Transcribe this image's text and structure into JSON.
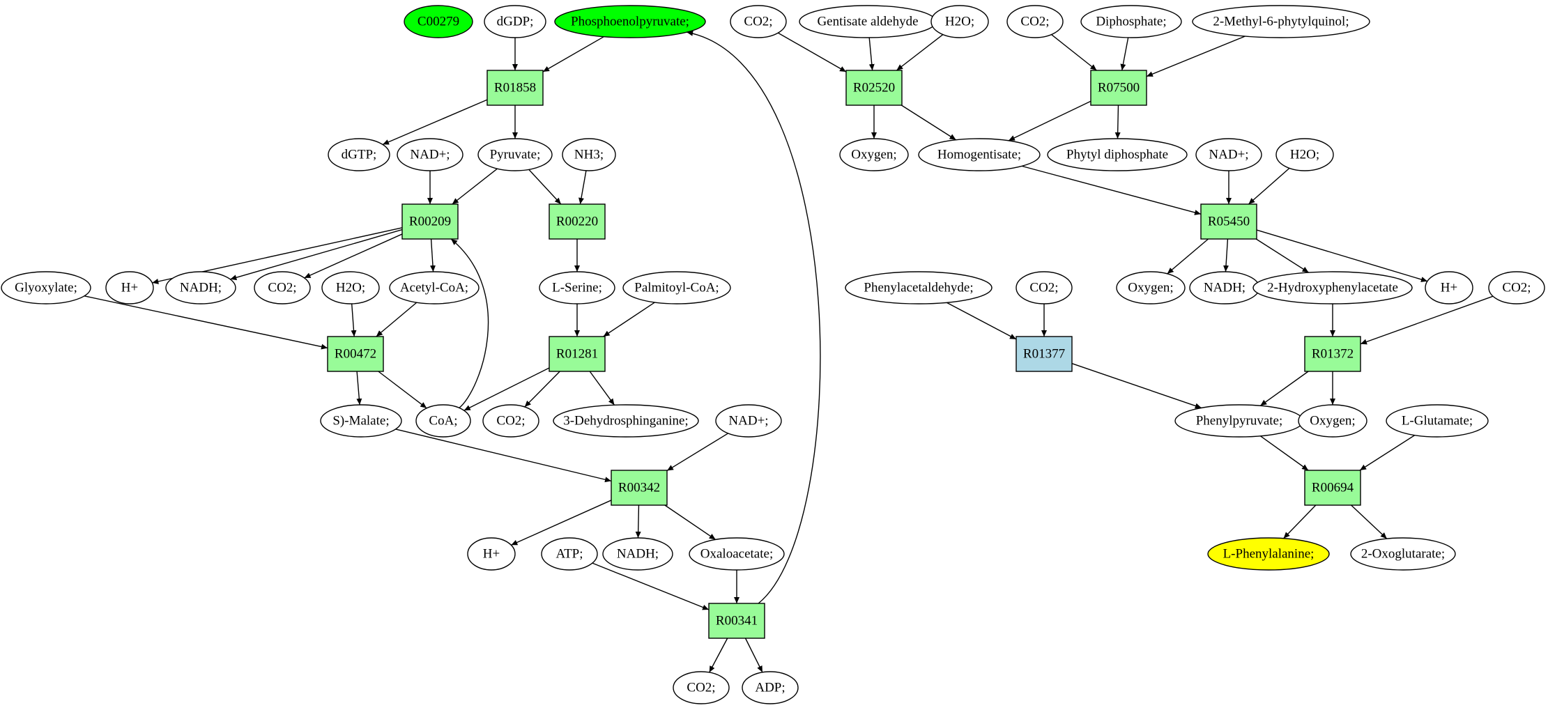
{
  "colors": {
    "reaction": "#98fb98",
    "reaction_alt": "#add8e6",
    "highlight_green": "#00ff00",
    "highlight_yellow": "#ffff00",
    "compound": "#ffffff",
    "line": "#000000"
  },
  "nodes": {
    "C00279": {
      "label": "C00279",
      "kind": "compound",
      "fill": "highlight_green"
    },
    "dGDP": {
      "label": "dGDP;",
      "kind": "compound"
    },
    "PEP": {
      "label": "Phosphoenolpyruvate;",
      "kind": "compound",
      "fill": "highlight_green"
    },
    "R01858": {
      "label": "R01858",
      "kind": "reaction"
    },
    "dGTP": {
      "label": "dGTP;",
      "kind": "compound"
    },
    "NADp1": {
      "label": "NAD+;",
      "kind": "compound"
    },
    "Pyruvate": {
      "label": "Pyruvate;",
      "kind": "compound"
    },
    "NH3": {
      "label": "NH3;",
      "kind": "compound"
    },
    "R00209": {
      "label": "R00209",
      "kind": "reaction"
    },
    "R00220": {
      "label": "R00220",
      "kind": "reaction"
    },
    "Glyoxylate": {
      "label": "Glyoxylate;",
      "kind": "compound"
    },
    "Hp1": {
      "label": "H+",
      "kind": "compound"
    },
    "NADH1": {
      "label": "NADH;",
      "kind": "compound"
    },
    "CO2a": {
      "label": "CO2;",
      "kind": "compound"
    },
    "H2O1": {
      "label": "H2O;",
      "kind": "compound"
    },
    "AcetylCoA": {
      "label": "Acetyl-CoA;",
      "kind": "compound"
    },
    "LSerine": {
      "label": "L-Serine;",
      "kind": "compound"
    },
    "PalmitoylCoA": {
      "label": "Palmitoyl-CoA;",
      "kind": "compound"
    },
    "R00472": {
      "label": "R00472",
      "kind": "reaction"
    },
    "R01281": {
      "label": "R01281",
      "kind": "reaction"
    },
    "SMalate": {
      "label": "S)-Malate;",
      "kind": "compound"
    },
    "CoA": {
      "label": "CoA;",
      "kind": "compound"
    },
    "CO2b": {
      "label": "CO2;",
      "kind": "compound"
    },
    "Dehydrosphinganine": {
      "label": "3-Dehydrosphinganine;",
      "kind": "compound"
    },
    "NADp2": {
      "label": "NAD+;",
      "kind": "compound"
    },
    "R00342": {
      "label": "R00342",
      "kind": "reaction"
    },
    "Hp2": {
      "label": "H+",
      "kind": "compound"
    },
    "ATP": {
      "label": "ATP;",
      "kind": "compound"
    },
    "NADH2": {
      "label": "NADH;",
      "kind": "compound"
    },
    "Oxaloacetate": {
      "label": "Oxaloacetate;",
      "kind": "compound"
    },
    "R00341": {
      "label": "R00341",
      "kind": "reaction"
    },
    "CO2c": {
      "label": "CO2;",
      "kind": "compound"
    },
    "ADP": {
      "label": "ADP;",
      "kind": "compound"
    },
    "CO2d": {
      "label": "CO2;",
      "kind": "compound"
    },
    "Gentisate": {
      "label": "Gentisate aldehyde",
      "kind": "compound"
    },
    "H2O2": {
      "label": "H2O;",
      "kind": "compound"
    },
    "CO2e": {
      "label": "CO2;",
      "kind": "compound"
    },
    "Diphosphate": {
      "label": "Diphosphate;",
      "kind": "compound"
    },
    "MPQ": {
      "label": "2-Methyl-6-phytylquinol;",
      "kind": "compound"
    },
    "R02520": {
      "label": "R02520",
      "kind": "reaction"
    },
    "R07500": {
      "label": "R07500",
      "kind": "reaction"
    },
    "Oxygen1": {
      "label": "Oxygen;",
      "kind": "compound"
    },
    "Homogentisate": {
      "label": "Homogentisate;",
      "kind": "compound"
    },
    "PhytylDP": {
      "label": "Phytyl diphosphate",
      "kind": "compound"
    },
    "NADp3": {
      "label": "NAD+;",
      "kind": "compound"
    },
    "H2O3": {
      "label": "H2O;",
      "kind": "compound"
    },
    "R05450": {
      "label": "R05450",
      "kind": "reaction"
    },
    "Phenylacetaldehyde": {
      "label": "Phenylacetaldehyde;",
      "kind": "compound"
    },
    "CO2f": {
      "label": "CO2;",
      "kind": "compound"
    },
    "Oxygen2": {
      "label": "Oxygen;",
      "kind": "compound"
    },
    "NADH3": {
      "label": "NADH;",
      "kind": "compound"
    },
    "HPA": {
      "label": "2-Hydroxyphenylacetate",
      "kind": "compound"
    },
    "Hp3": {
      "label": "H+",
      "kind": "compound"
    },
    "CO2g": {
      "label": "CO2;",
      "kind": "compound"
    },
    "R01377": {
      "label": "R01377",
      "kind": "reaction",
      "fill": "reaction_alt"
    },
    "R01372": {
      "label": "R01372",
      "kind": "reaction"
    },
    "Phenylpyruvate": {
      "label": "Phenylpyruvate;",
      "kind": "compound"
    },
    "Oxygen3": {
      "label": "Oxygen;",
      "kind": "compound"
    },
    "LGlutamate": {
      "label": "L-Glutamate;",
      "kind": "compound"
    },
    "R00694": {
      "label": "R00694",
      "kind": "reaction"
    },
    "LPhe": {
      "label": "L-Phenylalanine;",
      "kind": "compound",
      "fill": "highlight_yellow"
    },
    "Oxoglutarate": {
      "label": "2-Oxoglutarate;",
      "kind": "compound"
    }
  },
  "edges": [
    [
      "dGDP",
      "R01858"
    ],
    [
      "PEP",
      "R01858"
    ],
    [
      "R01858",
      "dGTP"
    ],
    [
      "R01858",
      "Pyruvate"
    ],
    [
      "NADp1",
      "R00209"
    ],
    [
      "Pyruvate",
      "R00209"
    ],
    [
      "Pyruvate",
      "R00220"
    ],
    [
      "NH3",
      "R00220"
    ],
    [
      "R00209",
      "Hp1"
    ],
    [
      "R00209",
      "NADH1"
    ],
    [
      "R00209",
      "CO2a"
    ],
    [
      "R00209",
      "AcetylCoA"
    ],
    [
      "R00220",
      "LSerine"
    ],
    [
      "Glyoxylate",
      "R00472"
    ],
    [
      "H2O1",
      "R00472"
    ],
    [
      "AcetylCoA",
      "R00472"
    ],
    [
      "R00472",
      "SMalate"
    ],
    [
      "R00472",
      "CoA"
    ],
    [
      "CoA",
      "R00209"
    ],
    [
      "LSerine",
      "R01281"
    ],
    [
      "PalmitoylCoA",
      "R01281"
    ],
    [
      "R01281",
      "CoA"
    ],
    [
      "R01281",
      "CO2b"
    ],
    [
      "R01281",
      "Dehydrosphinganine"
    ],
    [
      "SMalate",
      "R00342"
    ],
    [
      "NADp2",
      "R00342"
    ],
    [
      "R00342",
      "Hp2"
    ],
    [
      "R00342",
      "NADH2"
    ],
    [
      "R00342",
      "Oxaloacetate"
    ],
    [
      "Oxaloacetate",
      "R00341"
    ],
    [
      "ATP",
      "R00341"
    ],
    [
      "R00341",
      "CO2c"
    ],
    [
      "R00341",
      "ADP"
    ],
    [
      "R00341",
      "PEP"
    ],
    [
      "CO2d",
      "R02520"
    ],
    [
      "Gentisate",
      "R02520"
    ],
    [
      "H2O2",
      "R02520"
    ],
    [
      "R02520",
      "Oxygen1"
    ],
    [
      "R02520",
      "Homogentisate"
    ],
    [
      "CO2e",
      "R07500"
    ],
    [
      "Diphosphate",
      "R07500"
    ],
    [
      "MPQ",
      "R07500"
    ],
    [
      "R07500",
      "Homogentisate"
    ],
    [
      "R07500",
      "PhytylDP"
    ],
    [
      "Homogentisate",
      "R05450"
    ],
    [
      "NADp3",
      "R05450"
    ],
    [
      "H2O3",
      "R05450"
    ],
    [
      "R05450",
      "Oxygen2"
    ],
    [
      "R05450",
      "NADH3"
    ],
    [
      "R05450",
      "HPA"
    ],
    [
      "R05450",
      "Hp3"
    ],
    [
      "Phenylacetaldehyde",
      "R01377"
    ],
    [
      "CO2f",
      "R01377"
    ],
    [
      "R01377",
      "Phenylpyruvate"
    ],
    [
      "HPA",
      "R01372"
    ],
    [
      "CO2g",
      "R01372"
    ],
    [
      "R01372",
      "Phenylpyruvate"
    ],
    [
      "R01372",
      "Oxygen3"
    ],
    [
      "Phenylpyruvate",
      "R00694"
    ],
    [
      "LGlutamate",
      "R00694"
    ],
    [
      "R00694",
      "LPhe"
    ],
    [
      "R00694",
      "Oxoglutarate"
    ]
  ]
}
